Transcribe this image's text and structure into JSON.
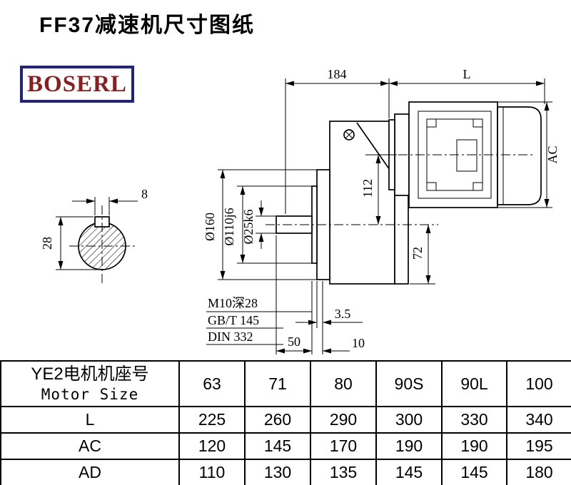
{
  "page": {
    "title": "FF37减速机尺寸图纸"
  },
  "logo": {
    "text": "BOSERL"
  },
  "drawing": {
    "dim_184": "184",
    "dim_L": "L",
    "dim_AC": "AC",
    "dim_d160": "Ø160",
    "dim_d110": "Ø110j6",
    "dim_d25": "Ø25k6",
    "dim_112": "112",
    "dim_72": "72",
    "dim_8": "8",
    "dim_28": "28",
    "note_m10": "M10深28",
    "note_gbt": "GB/T 145",
    "note_din": "DIN 332",
    "dim_3_5": "3.5",
    "dim_50": "50",
    "dim_10": "10"
  },
  "table": {
    "header": {
      "line1": "YE2电机机座号",
      "line2": "Motor Size"
    },
    "columns": [
      "63",
      "71",
      "80",
      "90S",
      "90L",
      "100"
    ],
    "rows": [
      {
        "label": "L",
        "values": [
          "225",
          "260",
          "290",
          "300",
          "330",
          "340"
        ]
      },
      {
        "label": "AC",
        "values": [
          "120",
          "145",
          "170",
          "190",
          "190",
          "195"
        ]
      },
      {
        "label": "AD",
        "values": [
          "110",
          "130",
          "135",
          "145",
          "145",
          "180"
        ]
      }
    ]
  }
}
